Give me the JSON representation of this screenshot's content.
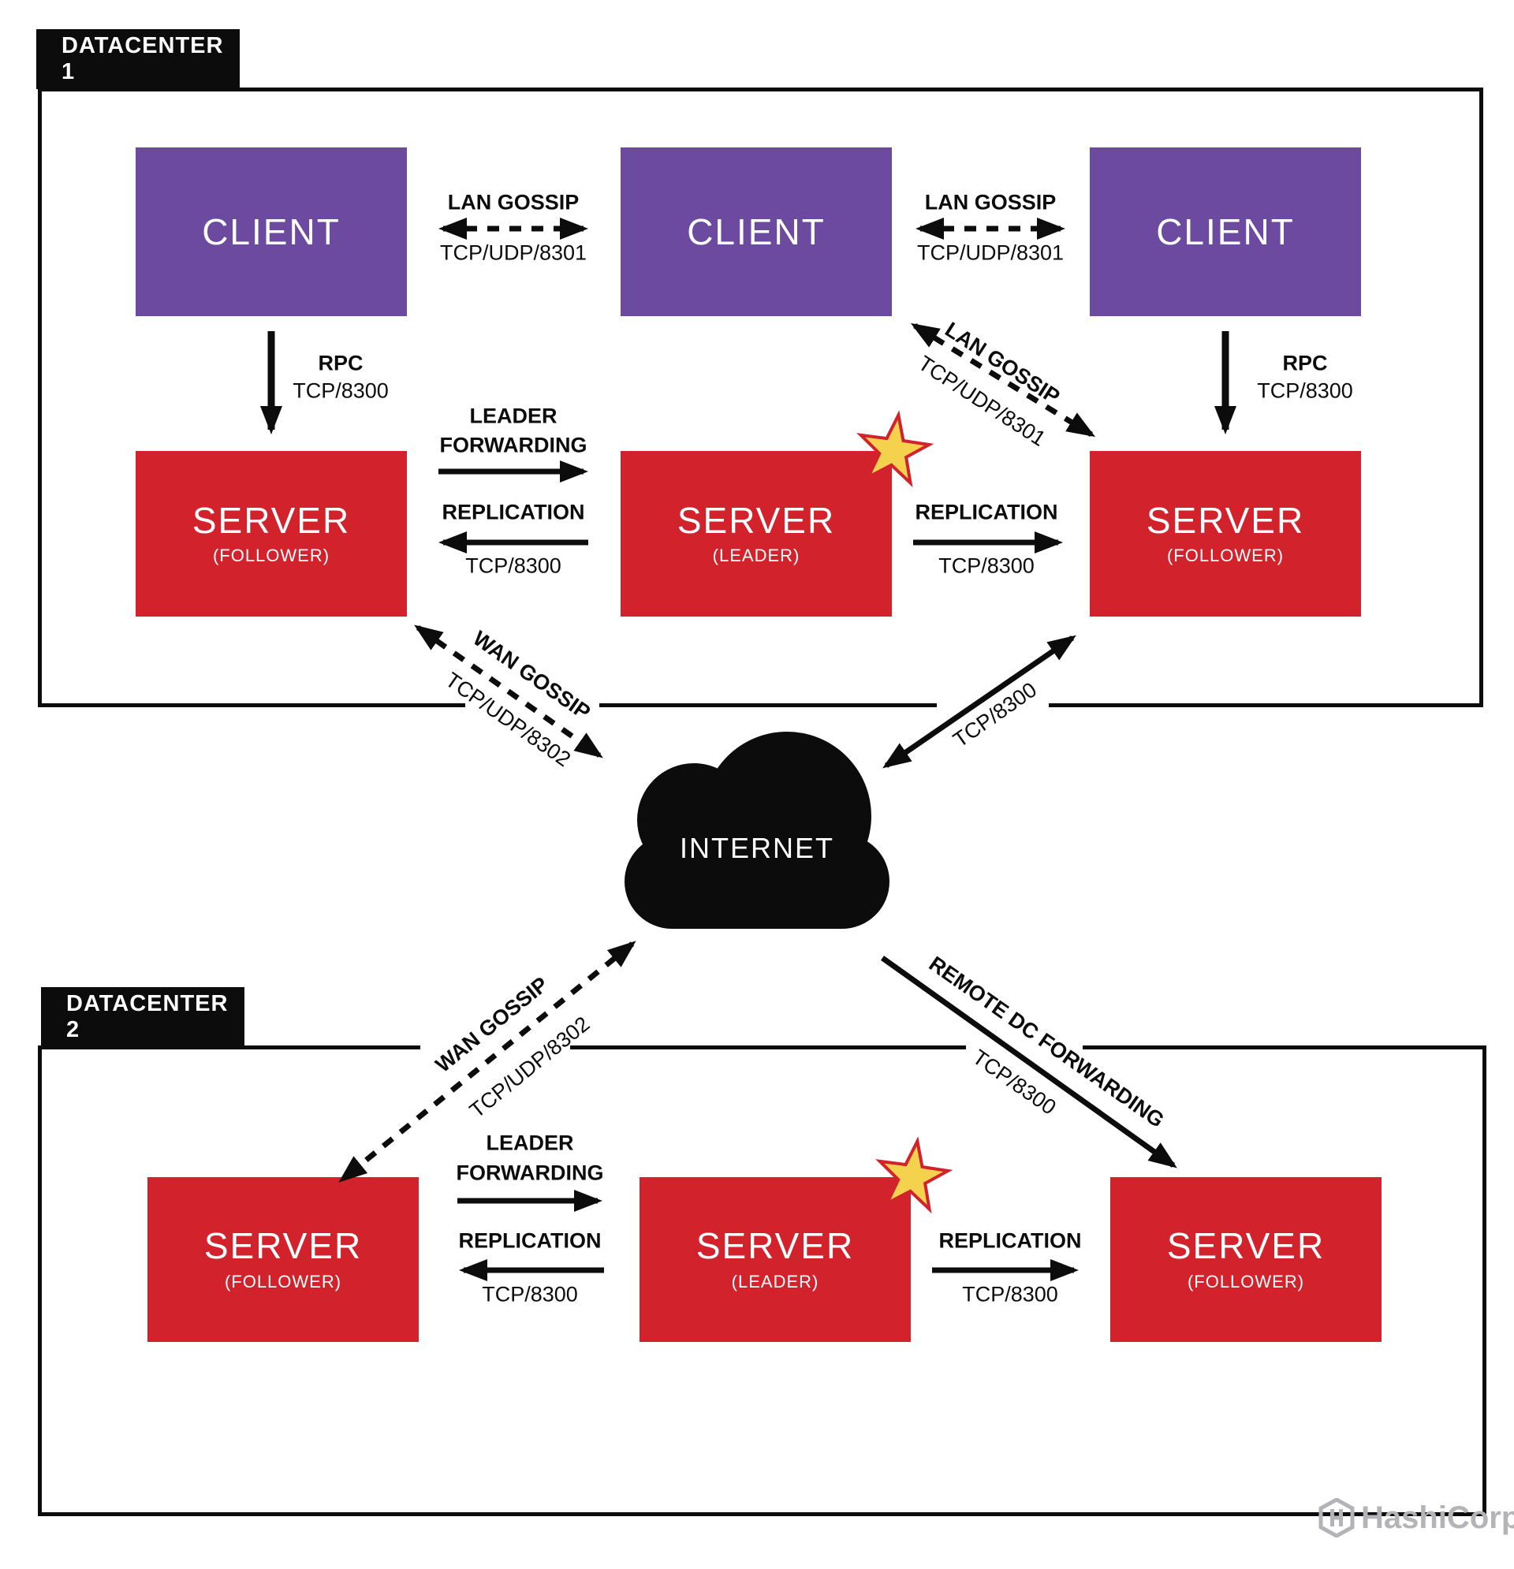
{
  "colors": {
    "purple": "#6B4AA0",
    "red": "#D2232C",
    "ink": "#0C0C0C",
    "star_fill": "#F5D24E",
    "star_stroke": "#D2232C",
    "logo_gray": "#B4B4B8",
    "canvas": "#FFFFFF"
  },
  "dc1": {
    "label": "DATACENTER 1",
    "clients": [
      {
        "label": "CLIENT"
      },
      {
        "label": "CLIENT"
      },
      {
        "label": "CLIENT"
      }
    ],
    "servers": [
      {
        "label": "SERVER",
        "role": "(FOLLOWER)"
      },
      {
        "label": "SERVER",
        "role": "(LEADER)"
      },
      {
        "label": "SERVER",
        "role": "(FOLLOWER)"
      }
    ]
  },
  "dc2": {
    "label": "DATACENTER 2",
    "servers": [
      {
        "label": "SERVER",
        "role": "(FOLLOWER)"
      },
      {
        "label": "SERVER",
        "role": "(LEADER)"
      },
      {
        "label": "SERVER",
        "role": "(FOLLOWER)"
      }
    ]
  },
  "cloud": {
    "label": "INTERNET"
  },
  "edges": {
    "lan_gossip": {
      "label": "LAN GOSSIP",
      "port": "TCP/UDP/8301"
    },
    "rpc": {
      "label": "RPC",
      "port": "TCP/8300"
    },
    "leader_forwarding": {
      "line1": "LEADER",
      "line2": "FORWARDING"
    },
    "replication": {
      "label": "REPLICATION",
      "port": "TCP/8300"
    },
    "wan_gossip": {
      "label": "WAN GOSSIP",
      "port": "TCP/UDP/8302"
    },
    "internet_tcp": {
      "port": "TCP/8300"
    },
    "remote_dc_forwarding": {
      "label": "REMOTE DC FORWARDING",
      "port": "TCP/8300"
    }
  },
  "branding": {
    "company": "HashiCorp"
  }
}
